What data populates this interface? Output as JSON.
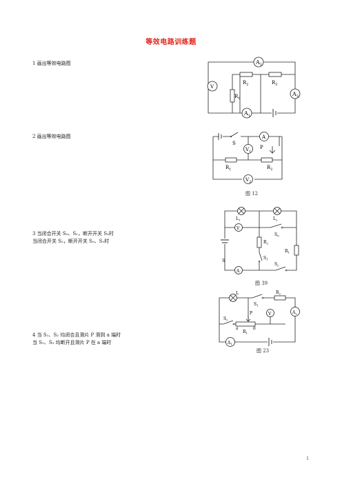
{
  "page": {
    "title": "等效电路训练题",
    "page_number": "1"
  },
  "questions": [
    {
      "lines": [
        "1 画出等效电路图"
      ]
    },
    {
      "lines": [
        "2 画出等效电路图"
      ]
    },
    {
      "lines": [
        "3 当闭合开关 S₀、S₁，断开开关 S₂时",
        "当闭合开关 S₂，断开开关 S₀、S₁时"
      ]
    },
    {
      "lines": [
        "4 当 S₁、S₂ 均闭合且滑片 P 滑到 a 端时",
        "当 S₁、S₂ 均断开且滑片 P 在 a 端时"
      ]
    }
  ],
  "figures": {
    "fig1": {
      "labels": {
        "a2": "A",
        "a2_sub": "2",
        "r2": "R",
        "r2_sub": "2",
        "r3": "R",
        "r3_sub": "3",
        "r1": "R",
        "r1_sub": "1",
        "v": "V",
        "a1": "A",
        "a1_sub": "1",
        "a3": "A",
        "a3_sub": "3"
      }
    },
    "fig2": {
      "caption": "图 12",
      "labels": {
        "s": "S",
        "p": "P",
        "a": "A",
        "v1": "V",
        "v1_sub": "1",
        "r1": "R",
        "r1_sub": "1",
        "r2": "R",
        "r2_sub": "2",
        "v2": "V",
        "v2_sub": "2"
      }
    },
    "fig3": {
      "caption": "图 39",
      "labels": {
        "l1": "L",
        "l1_sub": "1",
        "l2": "L",
        "l2_sub": "2",
        "v": "V",
        "s0": "S",
        "s0_sub": "0",
        "r2": "R",
        "r2_sub": "2",
        "r1": "R",
        "r1_sub": "1",
        "s1": "S",
        "s1_sub": "1",
        "s": "S",
        "s2": "S",
        "s2_sub": "2",
        "a": "A"
      }
    },
    "fig4": {
      "caption": "图 23",
      "labels": {
        "l": "L",
        "s1": "S",
        "s1_sub": "1",
        "r2": "R",
        "r2_sub": "2",
        "s2": "S",
        "s2_sub": "2",
        "v": "V",
        "a2": "A",
        "a2_sub": "2",
        "a": "a",
        "b": "b",
        "r1": "R",
        "r1_sub": "1",
        "a1": "A",
        "a1_sub": "1",
        "p": "P"
      }
    }
  }
}
